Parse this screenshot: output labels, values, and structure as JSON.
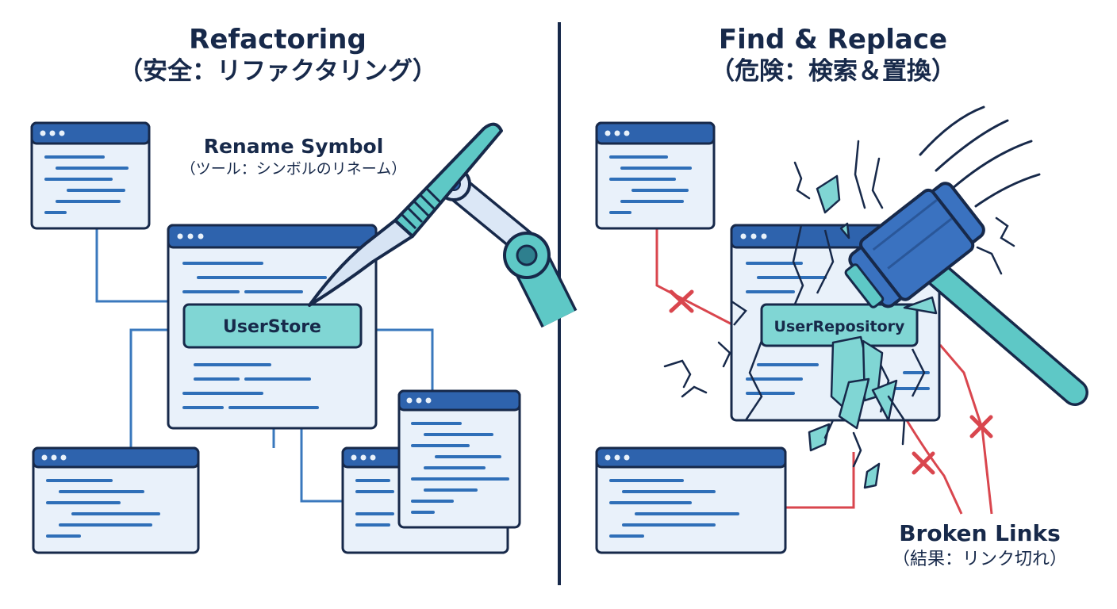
{
  "left": {
    "title": "Refactoring",
    "subtitle": "（安全：リファクタリング）",
    "tool_label": "Rename Symbol",
    "tool_sublabel": "（ツール：シンボルのリネーム）",
    "symbol": "UserStore"
  },
  "right": {
    "title": "Find & Replace",
    "subtitle": "（危険：検索＆置換）",
    "symbol": "UserRepository",
    "result_label": "Broken Links",
    "result_sublabel": "（結果：リンク切れ）"
  },
  "colors": {
    "navy": "#17294a",
    "window_bar": "#2e63ad",
    "window_body": "#e9f1fa",
    "code_line": "#2f6fb8",
    "teal": "#5ec8c6",
    "teal_light": "#80d6d4",
    "link_ok": "#3a78bd",
    "link_broken": "#d9464e",
    "hammer_blue": "#3a72c0"
  }
}
